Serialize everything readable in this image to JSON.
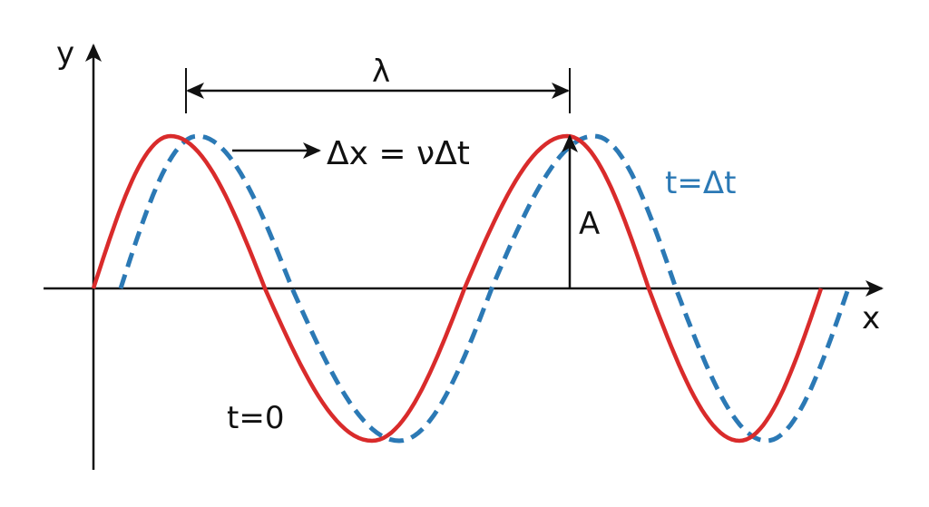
{
  "axes": {
    "x_label": "x",
    "y_label": "y"
  },
  "labels": {
    "wavelength": "λ",
    "displacement": "Δx = νΔt",
    "amplitude": "A",
    "initial_wave": "t=0",
    "shifted_wave": "t=Δt"
  },
  "colors": {
    "initial_wave": "#d92b2b",
    "shifted_wave": "#2b79b5",
    "axes": "#111111"
  },
  "styles": {
    "initial_wave": "solid",
    "shifted_wave": "dashed"
  }
}
